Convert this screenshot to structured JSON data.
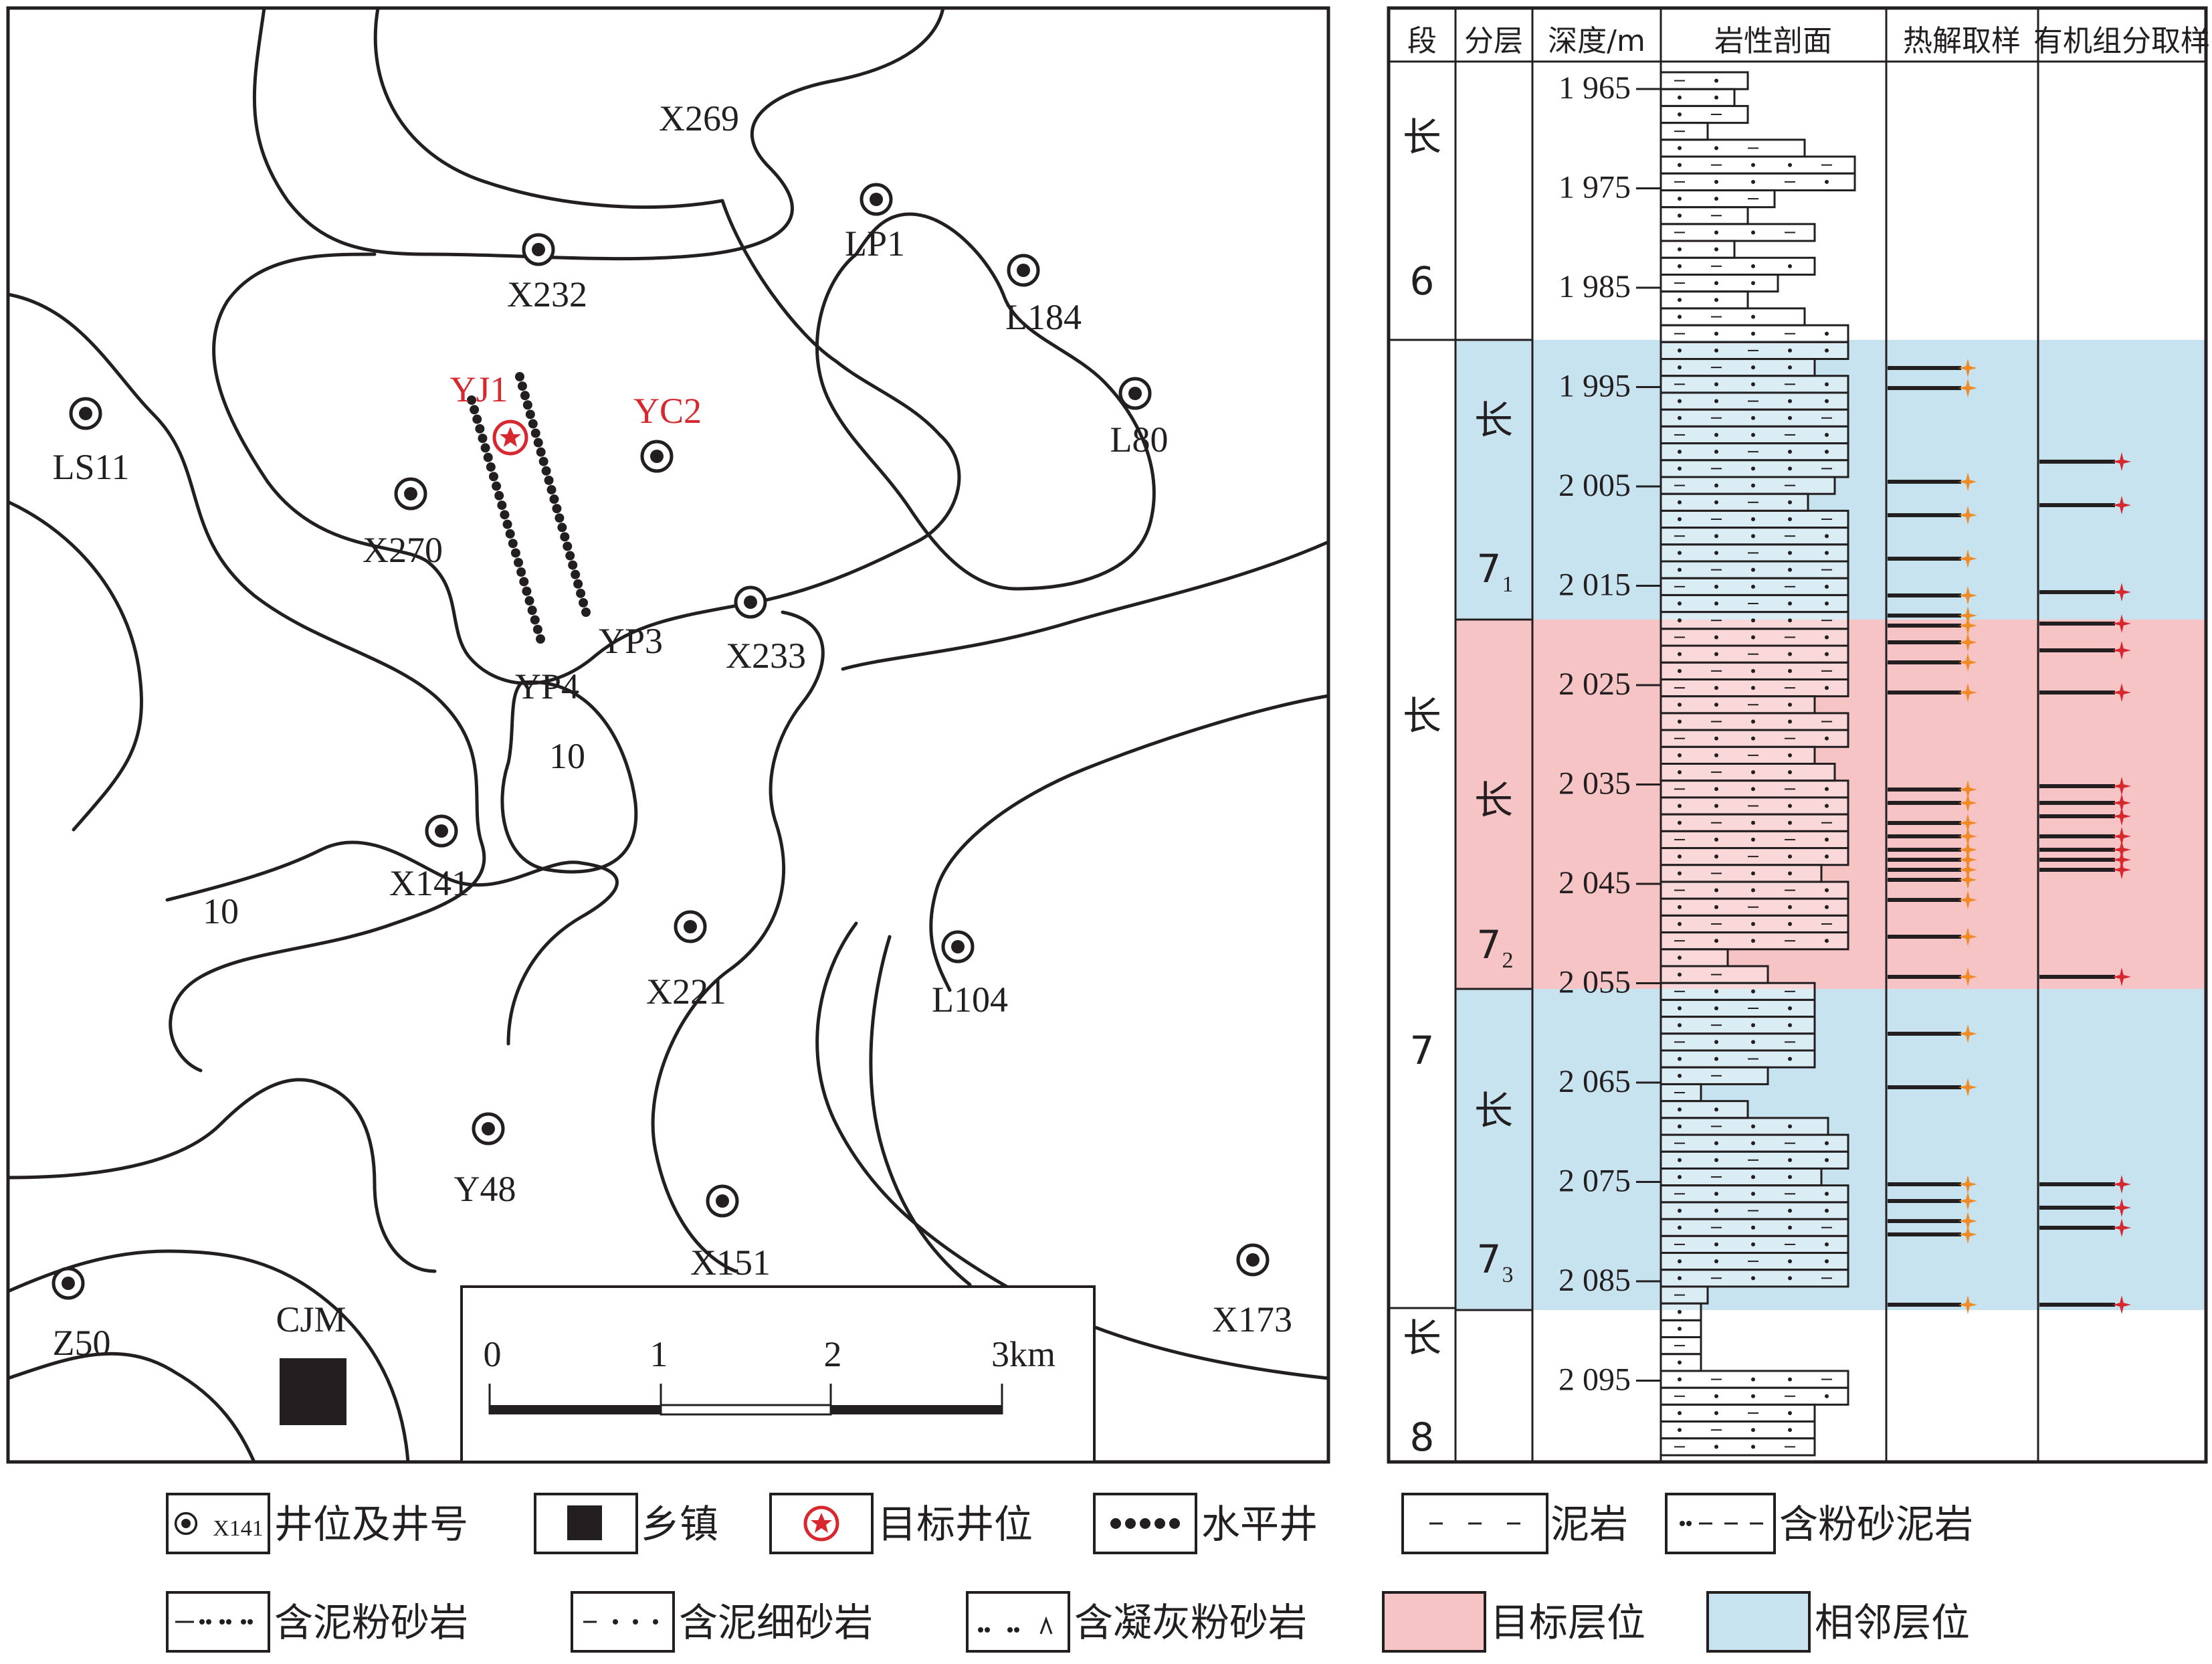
{
  "map": {
    "wells": [
      {
        "label": "X269"
      },
      {
        "label": "X232"
      },
      {
        "label": "LP1"
      },
      {
        "label": "L184"
      },
      {
        "label": "L80"
      },
      {
        "label": "LS11"
      },
      {
        "label": "X270"
      },
      {
        "label": "X233"
      },
      {
        "label": "YP4"
      },
      {
        "label": "YP3"
      },
      {
        "label": "X141"
      },
      {
        "label": "X221"
      },
      {
        "label": "L104"
      },
      {
        "label": "Y48"
      },
      {
        "label": "X151"
      },
      {
        "label": "X173"
      },
      {
        "label": "Z50"
      }
    ],
    "target_wells": [
      {
        "label": "YJ1"
      },
      {
        "label": "YC2"
      }
    ],
    "contour_labels": [
      "10",
      "10"
    ],
    "town": {
      "label": "CJM"
    },
    "scale_bar": {
      "ticks": [
        "0",
        "1",
        "2",
        "3km"
      ]
    },
    "colors": {
      "target": "#d7282f",
      "line": "#231f20"
    }
  },
  "section": {
    "headers": [
      "段",
      "分层",
      "深度/m",
      "岩性剖面",
      "热解取样",
      "有机组分取样"
    ],
    "segments": [
      {
        "chars": [
          "长",
          "6"
        ]
      },
      {
        "chars": [
          "长",
          "7"
        ]
      },
      {
        "chars": [
          "长",
          "8"
        ]
      }
    ],
    "layers": [
      {
        "char": "长",
        "sub_main": "7",
        "sub_idx": "1"
      },
      {
        "char": "长",
        "sub_main": "7",
        "sub_idx": "2"
      },
      {
        "char": "长",
        "sub_main": "7",
        "sub_idx": "3"
      }
    ],
    "depths": [
      "1 965",
      "1 975",
      "1 985",
      "1 995",
      "2 005",
      "2 015",
      "2 025",
      "2 035",
      "2 045",
      "2 055",
      "2 065",
      "2 075",
      "2 085",
      "2 095"
    ],
    "colors": {
      "target": "#f7c4c6",
      "adjacent": "#c6e3ef",
      "pyrolysis_marker": "#f08a24",
      "organic_marker": "#d7282f"
    }
  },
  "legend": {
    "items": [
      {
        "symbol_text": "X141",
        "label": "井位及井号"
      },
      {
        "label": "乡镇"
      },
      {
        "label": "目标井位"
      },
      {
        "label": "水平井"
      },
      {
        "label": "泥岩"
      },
      {
        "label": "含粉砂泥岩"
      },
      {
        "label": "含泥粉砂岩"
      },
      {
        "label": "含泥细砂岩"
      },
      {
        "label": "含凝灰粉砂岩"
      },
      {
        "label": "目标层位"
      },
      {
        "label": "相邻层位"
      }
    ]
  }
}
